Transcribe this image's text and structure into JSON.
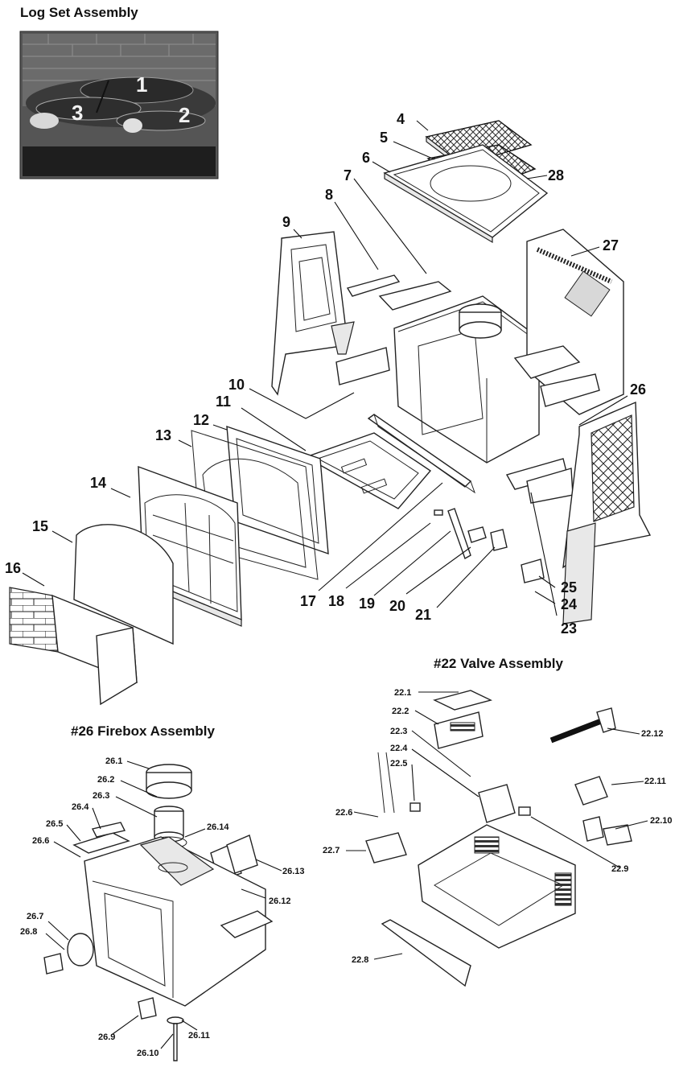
{
  "titles": {
    "log_set": "Log Set Assembly",
    "valve": "#22 Valve Assembly",
    "firebox": "#26 Firebox Assembly"
  },
  "photo_labels": [
    "1",
    "2",
    "3"
  ],
  "main_callouts": [
    "4",
    "5",
    "6",
    "7",
    "8",
    "9",
    "10",
    "11",
    "12",
    "13",
    "14",
    "15",
    "16",
    "17",
    "18",
    "19",
    "20",
    "21",
    "23",
    "24",
    "25",
    "26",
    "27",
    "28"
  ],
  "valve_callouts": [
    "22.1",
    "22.2",
    "22.3",
    "22.4",
    "22.5",
    "22.6",
    "22.7",
    "22.8",
    "22.9",
    "22.10",
    "22.11",
    "22.12"
  ],
  "firebox_callouts": [
    "26.1",
    "26.2",
    "26.3",
    "26.4",
    "26.5",
    "26.6",
    "26.7",
    "26.8",
    "26.9",
    "26.10",
    "26.11",
    "26.12",
    "26.13",
    "26.14"
  ],
  "colors": {
    "line": "#222222",
    "photo_bg": "#4a4a4a",
    "photo_dark": "#1e1e1e"
  }
}
